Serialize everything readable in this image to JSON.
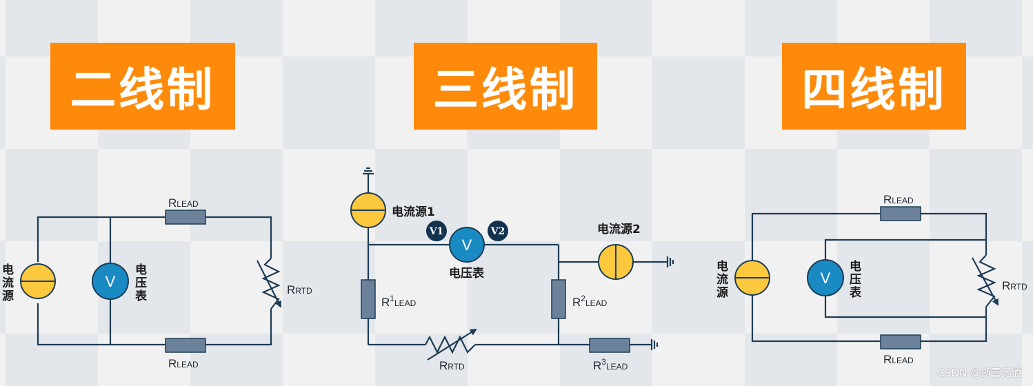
{
  "titles": {
    "two_wire": "二线制",
    "three_wire": "三线制",
    "four_wire": "四线制"
  },
  "labels": {
    "r_lead_main": "R",
    "r_lead_sub": "LEAD",
    "r_rtd_main": "R",
    "r_rtd_sub": "RTD",
    "r1_sup": "1",
    "r2_sup": "2",
    "r3_sup": "3",
    "current_source": "电流源",
    "current_source_1": "电流源1",
    "current_source_2": "电流源2",
    "voltmeter": "电压表",
    "voltmeter_symbol": "V",
    "v1": "V1",
    "v2": "V2",
    "cn_dian": "电",
    "cn_liu": "流",
    "cn_yuan": "源",
    "cn_ya": "压",
    "cn_biao": "表"
  },
  "colors": {
    "title_bg": "#fd8a0a",
    "wire": "#1d3c55",
    "resistor": "#6c829a",
    "current_source": "#fcc83e",
    "voltmeter": "#1a8ac2",
    "bubble": "#13324d"
  },
  "watermark": "CSDN @逝雪无痕"
}
